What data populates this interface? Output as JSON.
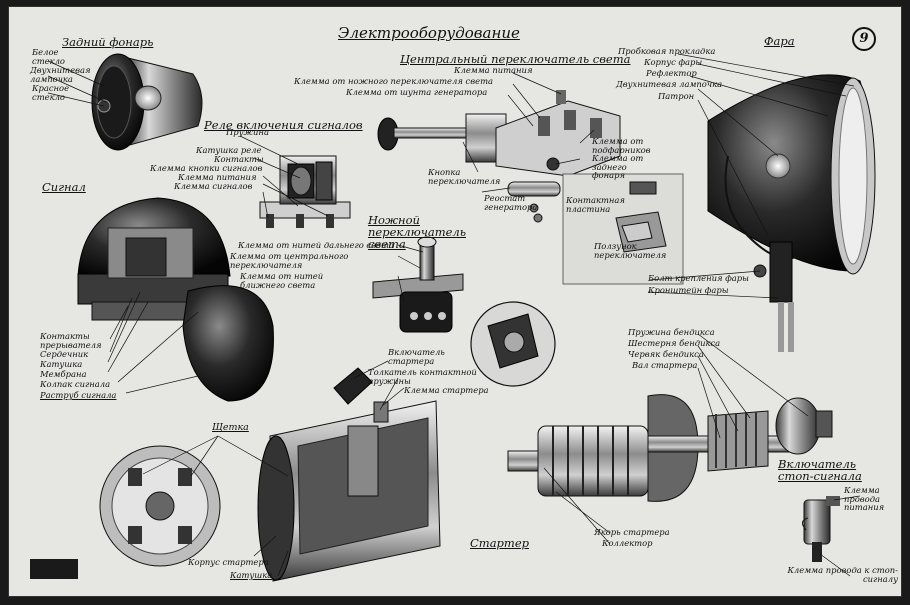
{
  "title": "Электрооборудование",
  "sheet_number": "9",
  "sections": {
    "tail_lamp": "Задний фонарь",
    "signal_relay": "Реле включения сигналов",
    "horn": "Сигнал",
    "central_switch": "Центральный переключатель света",
    "foot_switch": "Ножной переключатель света",
    "headlamp": "Фара",
    "starter": "Стартер",
    "stop_switch": "Включатель стоп-сигнала"
  },
  "labels": {
    "white_glass": "Белое стекло",
    "twin_bulb_tail": "Двухнитевая лампочка",
    "red_glass": "Красное стекло",
    "spring": "Пружина",
    "relay_coil": "Катушка реле",
    "contacts": "Контакты",
    "button_terminal": "Клемма кнопки сигналов",
    "power_terminal_relay": "Клемма питания",
    "signal_terminal": "Клемма сигналов",
    "breaker_contacts": "Контакты прерывателя",
    "core": "Сердечник",
    "horn_coil": "Катушка",
    "membrane": "Мембрана",
    "horn_cap": "Колпак сигнала",
    "horn_bell": "Раструб сигнала",
    "power_terminal_switch": "Клемма питания",
    "foot_switch_terminal": "Клемма от ножного переключателя света",
    "shunt_terminal": "Клемма от шунта генератора",
    "parking_terminal": "Клемма от подфарников",
    "tail_terminal": "Клемма от заднего фонаря",
    "switch_button": "Кнопка переключателя",
    "rheostat": "Реостат генератора",
    "contact_plate": "Контактная пластина",
    "slider": "Ползунок переключателя",
    "high_beam_terminal": "Клемма от нитей дальнего света",
    "central_switch_terminal": "Клемма от центрального переключателя",
    "low_beam_terminal": "Клемма от нитей ближнего света",
    "cork_gasket": "Пробковая прокладка",
    "headlamp_body": "Корпус фары",
    "reflector": "Рефлектор",
    "twin_bulb_head": "Двухнитевая лампочка",
    "socket": "Патрон",
    "mount_bolt": "Болт крепления фары",
    "bracket": "Кронштейн фары",
    "brush": "Щетка",
    "starter_switch": "Включатель стартера",
    "pusher": "Толкатель контактной пружины",
    "starter_terminal": "Клемма стартера",
    "starter_body": "Корпус стартера",
    "starter_coil": "Катушка",
    "bendix_spring": "Пружина бендикса",
    "bendix_gear": "Шестерня бендикса",
    "bendix_worm": "Червяк бендикса",
    "starter_shaft": "Вал стартера",
    "armature": "Якорь стартера",
    "commutator": "Коллектор",
    "stop_power_terminal": "Клемма провода питания",
    "stop_wire_terminal": "Клемма провода к стоп-сигналу"
  }
}
